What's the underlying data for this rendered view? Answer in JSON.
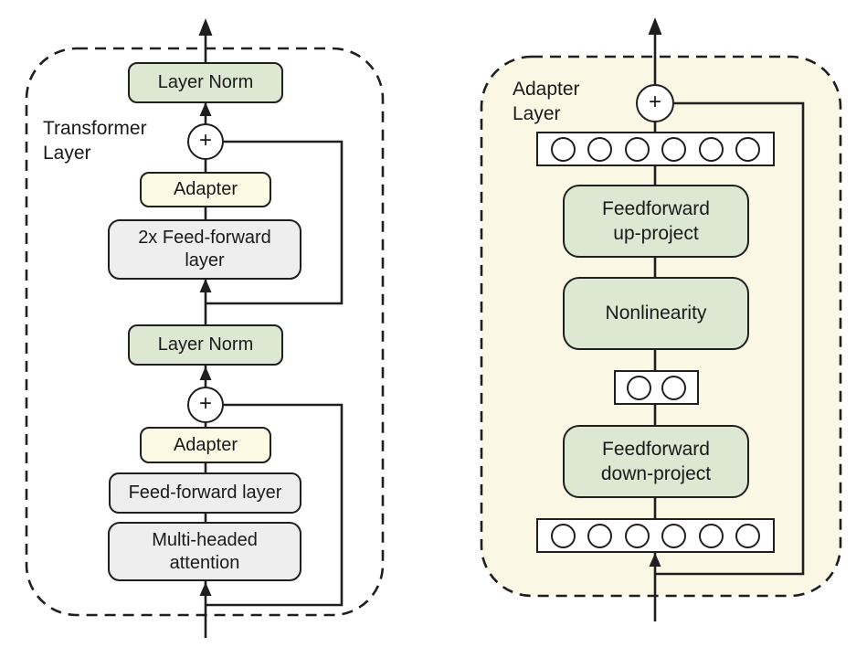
{
  "colors": {
    "box_green": "#dce8d2",
    "box_yellow": "#fcf9e4",
    "box_gray": "#eeeeee",
    "panel_cream": "#faf7e4",
    "line": "#1f1f1f",
    "text": "#1a1a1a"
  },
  "left_panel": {
    "label_line1": "Transformer",
    "label_line2": "Layer",
    "layer_norm_top": "Layer Norm",
    "adapter_top": "Adapter",
    "feed_forward_2x_line1": "2x Feed-forward",
    "feed_forward_2x_line2": "layer",
    "layer_norm_bottom": "Layer Norm",
    "adapter_bottom": "Adapter",
    "feed_forward": "Feed-forward layer",
    "multi_headed_line1": "Multi-headed",
    "multi_headed_line2": "attention",
    "plus_top": "+",
    "plus_bottom": "+"
  },
  "right_panel": {
    "label_line1": "Adapter",
    "label_line2": "Layer",
    "plus": "+",
    "feedforward_up_line1": "Feedforward",
    "feedforward_up_line2": "up-project",
    "nonlinearity": "Nonlinearity",
    "feedforward_down_line1": "Feedforward",
    "feedforward_down_line2": "down-project",
    "top_nodes_count": 6,
    "bottleneck_nodes_count": 2,
    "bottom_nodes_count": 6
  }
}
